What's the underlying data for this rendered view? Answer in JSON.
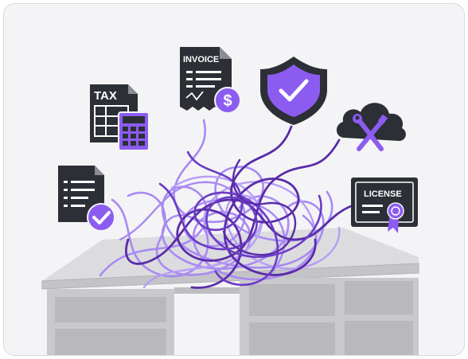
{
  "icons": {
    "tax": {
      "label": "TAX"
    },
    "invoice": {
      "label": "INVOICE",
      "symbol": "$"
    },
    "license": {
      "label": "LICENSE"
    },
    "shield": {
      "name": "shield-check-icon"
    },
    "cloud": {
      "name": "cloud-tools-icon"
    },
    "document": {
      "name": "document-check-icon"
    }
  },
  "colors": {
    "dark": "#2c2f36",
    "purple": "#8c5cf0",
    "purple_dark": "#5a2ca8",
    "purple_light": "#a98af2",
    "desk": "#b5b5ba"
  }
}
